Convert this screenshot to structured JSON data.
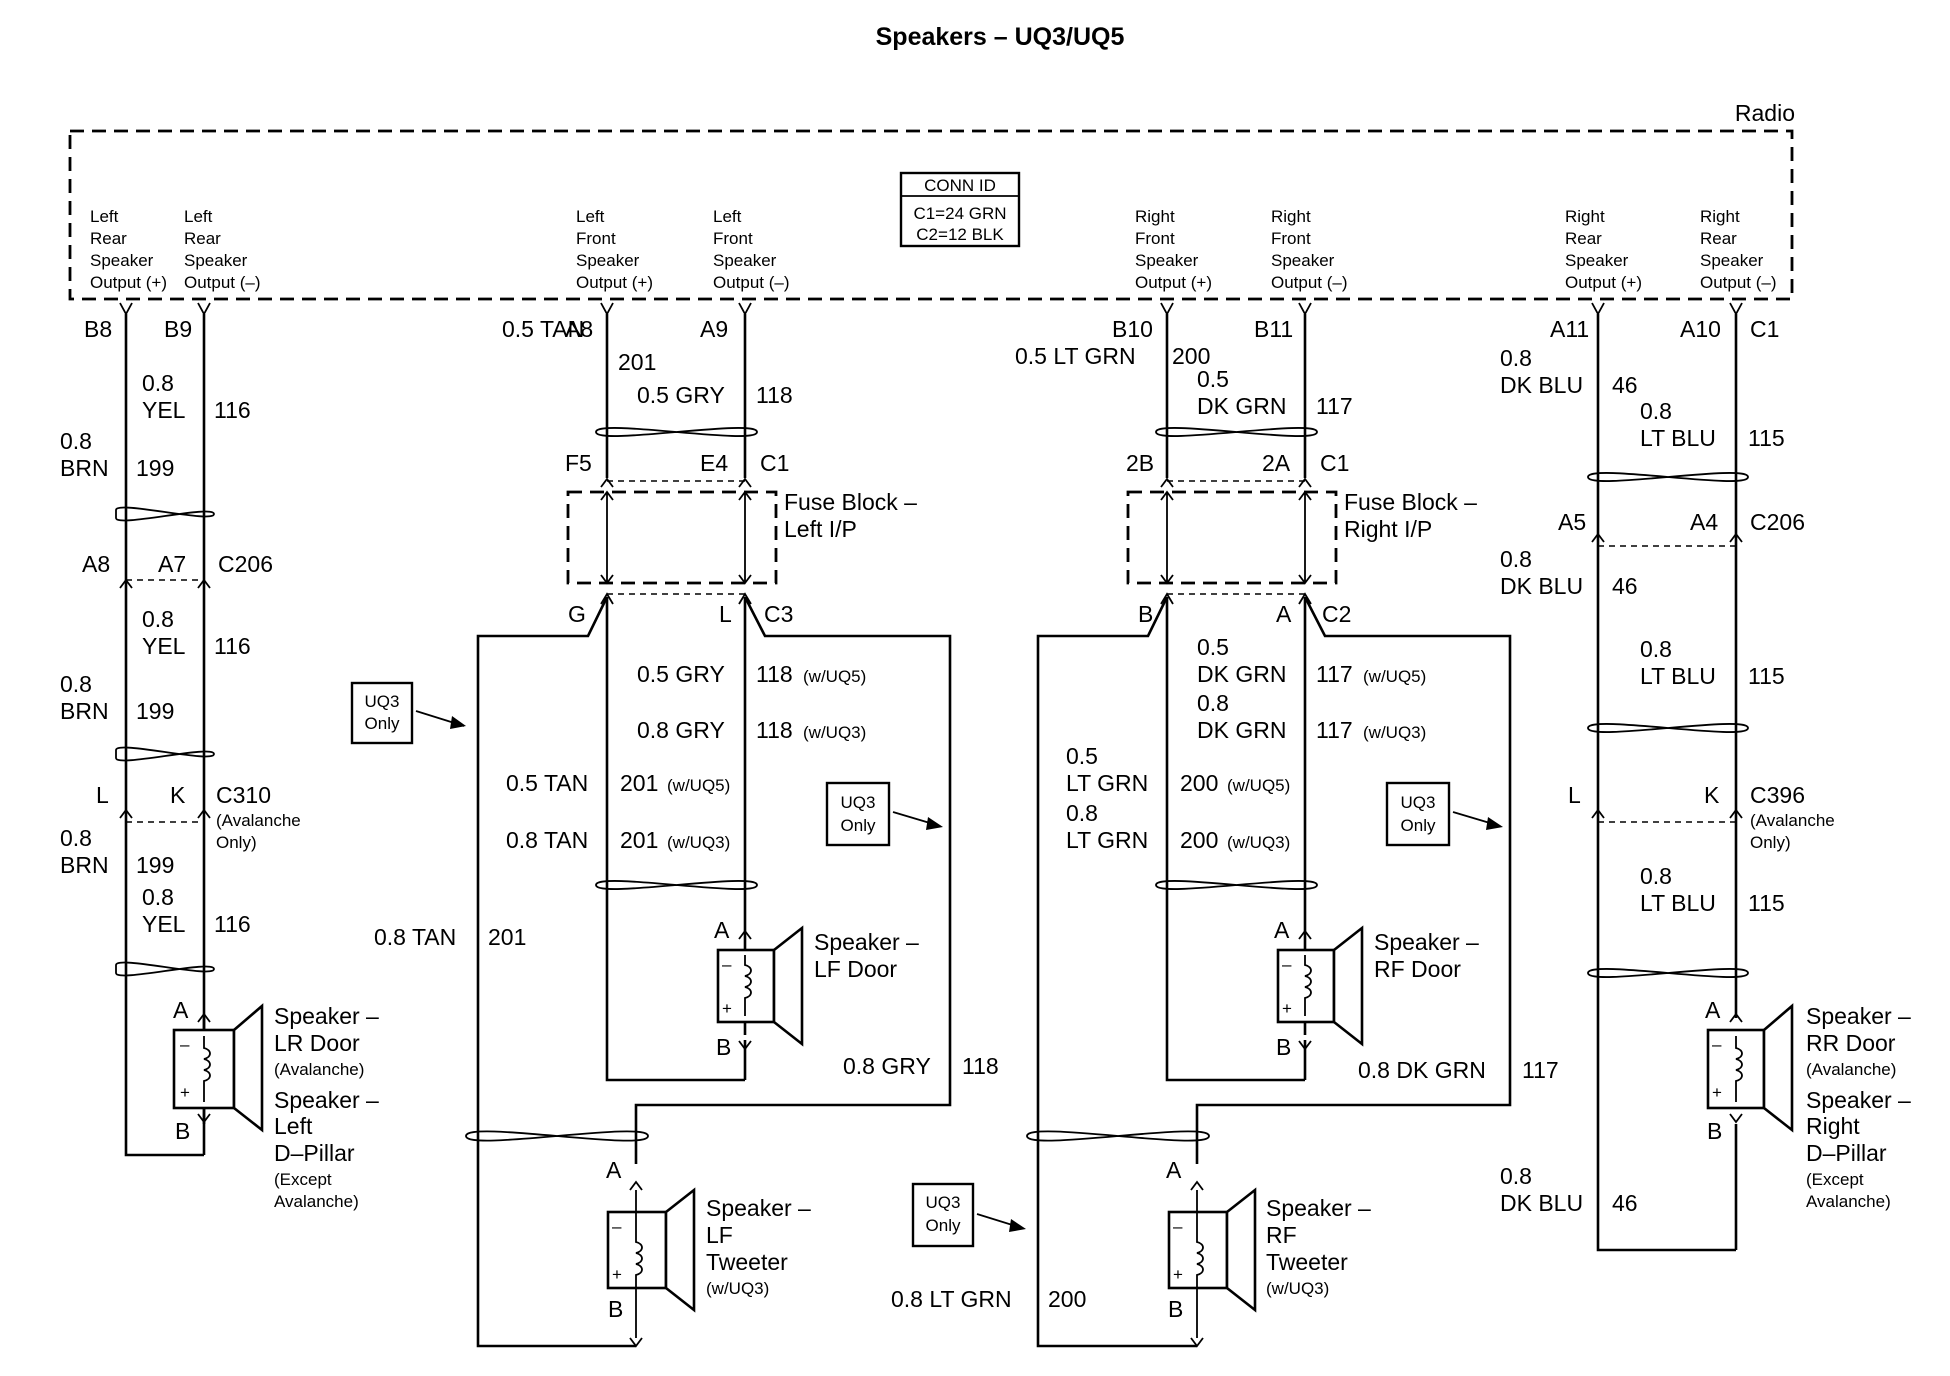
{
  "title": "Speakers – UQ3/UQ5",
  "radio": {
    "label": "Radio",
    "conn_id": {
      "header": "CONN ID",
      "c1": "C1=24 GRN",
      "c2": "C2=12 BLK"
    },
    "outputs": [
      [
        "Left",
        "Rear",
        "Speaker",
        "Output (+)"
      ],
      [
        "Left",
        "Rear",
        "Speaker",
        "Output (–)"
      ],
      [
        "Left",
        "Front",
        "Speaker",
        "Output (+)"
      ],
      [
        "Left",
        "Front",
        "Speaker",
        "Output (–)"
      ],
      [
        "Right",
        "Front",
        "Speaker",
        "Output (+)"
      ],
      [
        "Right",
        "Front",
        "Speaker",
        "Output (–)"
      ],
      [
        "Right",
        "Rear",
        "Speaker",
        "Output (+)"
      ],
      [
        "Right",
        "Rear",
        "Speaker",
        "Output (–)"
      ]
    ]
  },
  "pins": {
    "b8": "B8",
    "b9": "B9",
    "a8": "A8",
    "a9": "A9",
    "b10": "B10",
    "b11": "B11",
    "a11": "A11",
    "a10": "A10",
    "c1": "C1",
    "f5": "F5",
    "e4": "E4",
    "g": "G",
    "l": "L",
    "c3": "C3",
    "pin_2b": "2B",
    "pin_2a": "2A",
    "b": "B",
    "a": "A",
    "c2": "C2",
    "a7": "A7",
    "c206": "C206",
    "k": "K",
    "c310": "C310",
    "a5": "A5",
    "a4": "A4",
    "c396": "C396",
    "avalanche_only_1": "(Avalanche",
    "avalanche_only_2": "Only)"
  },
  "wires": {
    "w08": "0.8",
    "w05": "0.5",
    "yel": "YEL",
    "brn": "BRN",
    "dk_blu": "DK BLU",
    "lt_blu": "LT BLU",
    "dk_grn": "DK GRN",
    "lt_grn": "LT GRN",
    "n116": "116",
    "n199": "199",
    "n46": "46",
    "n115": "115",
    "tan05": "0.5 TAN",
    "n201": "201",
    "gry05": "0.5 GRY",
    "n118": "118",
    "ltgrn05": "0.5 LT GRN",
    "n200": "200",
    "n117": "117",
    "gry08": "0.8 GRY",
    "tan08": "0.8 TAN",
    "ltgrn08": "0.8 LT GRN",
    "dkgrn08": "0.8 DK GRN",
    "w_uq5": "(w/UQ5)",
    "w_uq3": "(w/UQ3)"
  },
  "fuse_blocks": {
    "left": [
      "Fuse Block –",
      "Left I/P"
    ],
    "right": [
      "Fuse Block –",
      "Right I/P"
    ]
  },
  "notes": {
    "uq3_only": [
      "UQ3",
      "Only"
    ]
  },
  "speakers": {
    "lr_door": [
      "Speaker –",
      "LR Door"
    ],
    "avalanche": "(Avalanche)",
    "left_dpillar": [
      "Speaker –",
      "Left",
      "D–Pillar"
    ],
    "except_avalanche": [
      "(Except",
      "Avalanche)"
    ],
    "lf_door": [
      "Speaker –",
      "LF Door"
    ],
    "rf_door": [
      "Speaker –",
      "RF Door"
    ],
    "lf_tweeter": [
      "Speaker –",
      "LF",
      "Tweeter"
    ],
    "rf_tweeter": [
      "Speaker –",
      "RF",
      "Tweeter"
    ],
    "w_uq3": "(w/UQ3)",
    "rr_door": [
      "Speaker –",
      "RR Door"
    ],
    "right_dpillar": [
      "Speaker –",
      "Right",
      "D–Pillar"
    ]
  }
}
